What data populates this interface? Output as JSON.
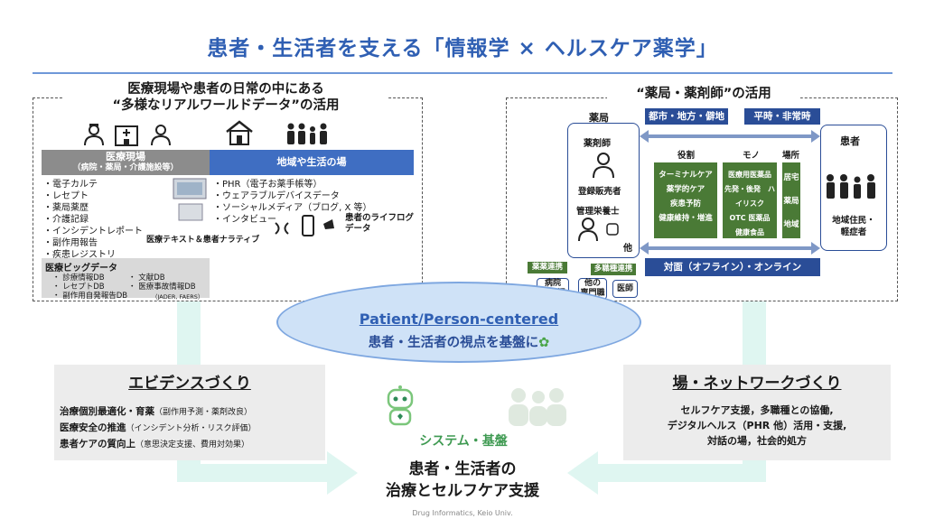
{
  "title": "患者・生活者を支える「情報学 × ヘルスケア薬学」",
  "left": {
    "heading_line1": "医療現場や患者の日常の中にある",
    "heading_line2": "“多様なリアルワールドデータ”の活用",
    "medical": {
      "header": "医療現場",
      "subheader": "（病院・薬局・介護施設等）",
      "items": [
        "・電子カルテ",
        "・レセプト",
        "・薬局薬歴",
        "・介護記録",
        "・インシデントレポート",
        "・副作用報告",
        "・疾患レジストリ"
      ]
    },
    "community": {
      "header": "地域や生活の場",
      "items": [
        "・PHR（電子お薬手帳等）",
        "・ウェアラブルデバイスデータ",
        "・ソーシャルメディア（ブログ, X 等）",
        "・インタビュー"
      ]
    },
    "lifelog": "患者のライフログデータ",
    "narrative": "医療テキスト＆患者ナラティブ",
    "bigdata": {
      "header": "医療ビッグデータ",
      "items": [
        "・ 診療情報DB",
        "・ 文献DB",
        "・ レセプトDB",
        "・ 医療事故情報DB",
        "・ 副作用自発報告DB"
      ],
      "note": "（JADER, FAERS）"
    }
  },
  "right": {
    "heading": "“薬局・薬剤師”の活用",
    "pharmacy_label": "薬局",
    "pharmacist": "薬剤師",
    "registered_seller": "登録販売者",
    "dietitian": "管理栄養士",
    "other": "他",
    "region_tag": "都市・地方・僻地",
    "time_tag": "平時・非常時",
    "col_role": "役割",
    "col_goods": "モノ",
    "col_place": "場所",
    "roles": "ターミナルケア\n薬学的ケア\n疾患予防\n健康維持・増進",
    "goods": "医療用医薬品\n先発・後発　ハイリスク\nOTC 医薬品\n健康食品",
    "places": "居宅\n薬局\n地域",
    "patient_label": "患者",
    "patient_desc": "地域住民・\n軽症者",
    "mode": "対面（オフライン）・オンライン",
    "tag_collab": "薬薬連携",
    "tag_multi": "多職種連携",
    "hospital_pharm": "病院\n薬剤師",
    "other_specialist": "他の\n専門職",
    "doctor": "医師"
  },
  "center": {
    "title": "Patient/Person-centered",
    "subtitle": "患者・生活者の視点を基盤に",
    "system": "システム・基盤",
    "bottom_line1": "患者・生活者の",
    "bottom_line2": "治療とセルフケア支援"
  },
  "evidence": {
    "title": "エビデンスづくり",
    "line1_main": "治療個別最適化・育薬",
    "line1_sub": "（副作用予測・薬剤改良）",
    "line2_main": "医療安全の推進",
    "line2_sub": "（インシデント分析・リスク評価）",
    "line3_main": "患者ケアの質向上",
    "line3_sub": "（意思決定支援、費用対効果）"
  },
  "network": {
    "title": "場・ネットワークづくり",
    "line1": "セルフケア支援，多職種との協働,",
    "line2": "デジタルヘルス（PHR 他）活用・支援,",
    "line3": "対話の場，社会的処方"
  },
  "footer": "Drug Informatics, Keio Univ.",
  "colors": {
    "title": "#2f5fb3",
    "green": "#4a7a36",
    "navy": "#2a4d97",
    "mint": "#dff6f1"
  }
}
